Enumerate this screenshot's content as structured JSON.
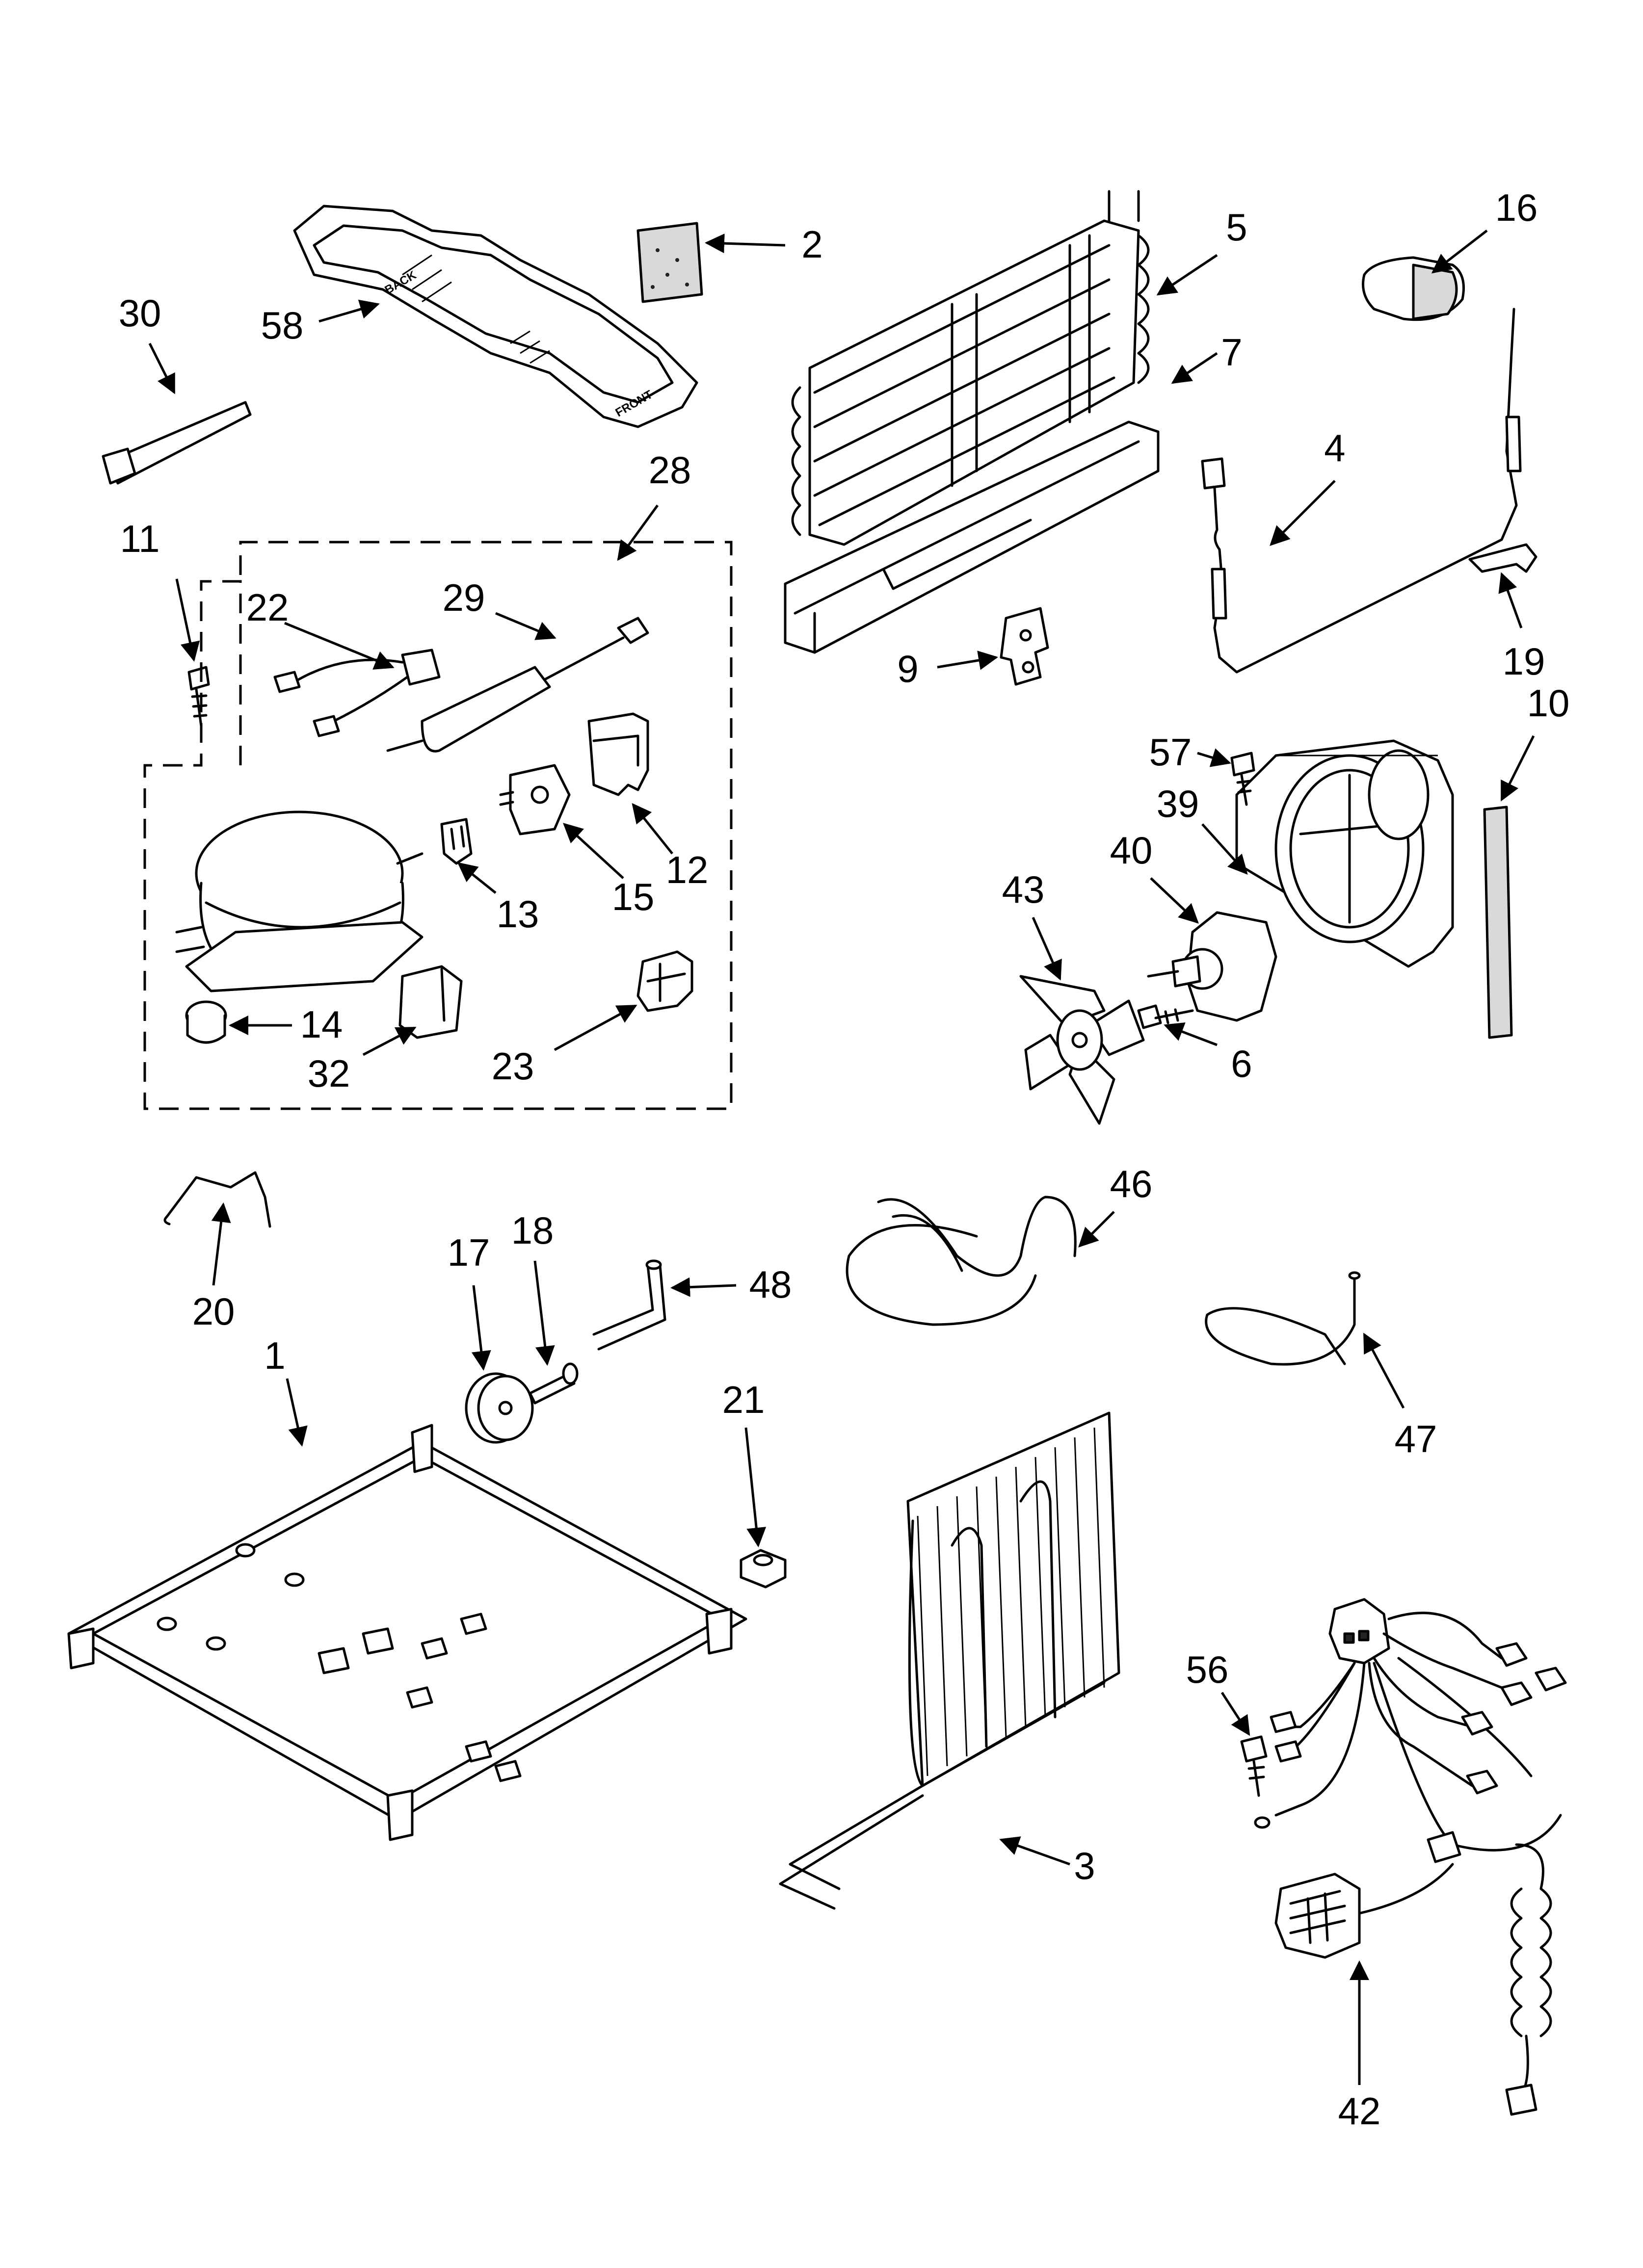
{
  "tray_text": [
    "FRONT",
    "BACK"
  ],
  "callouts": [
    {
      "id": "c30",
      "label": "30"
    },
    {
      "id": "c58",
      "label": "58"
    },
    {
      "id": "c2",
      "label": "2"
    },
    {
      "id": "c5",
      "label": "5"
    },
    {
      "id": "c16",
      "label": "16"
    },
    {
      "id": "c7",
      "label": "7"
    },
    {
      "id": "c4",
      "label": "4"
    },
    {
      "id": "c28",
      "label": "28"
    },
    {
      "id": "c11",
      "label": "11"
    },
    {
      "id": "c22",
      "label": "22"
    },
    {
      "id": "c29",
      "label": "29"
    },
    {
      "id": "c9",
      "label": "9"
    },
    {
      "id": "c19",
      "label": "19"
    },
    {
      "id": "c10",
      "label": "10"
    },
    {
      "id": "c57",
      "label": "57"
    },
    {
      "id": "c39",
      "label": "39"
    },
    {
      "id": "c12",
      "label": "12"
    },
    {
      "id": "c15",
      "label": "15"
    },
    {
      "id": "c13",
      "label": "13"
    },
    {
      "id": "c40",
      "label": "40"
    },
    {
      "id": "c43",
      "label": "43"
    },
    {
      "id": "c14",
      "label": "14"
    },
    {
      "id": "c32",
      "label": "32"
    },
    {
      "id": "c23",
      "label": "23"
    },
    {
      "id": "c6",
      "label": "6"
    },
    {
      "id": "c46",
      "label": "46"
    },
    {
      "id": "c17",
      "label": "17"
    },
    {
      "id": "c18",
      "label": "18"
    },
    {
      "id": "c48",
      "label": "48"
    },
    {
      "id": "c20",
      "label": "20"
    },
    {
      "id": "c1",
      "label": "1"
    },
    {
      "id": "c21",
      "label": "21"
    },
    {
      "id": "c47",
      "label": "47"
    },
    {
      "id": "c56",
      "label": "56"
    },
    {
      "id": "c3",
      "label": "3"
    },
    {
      "id": "c42",
      "label": "42"
    }
  ]
}
